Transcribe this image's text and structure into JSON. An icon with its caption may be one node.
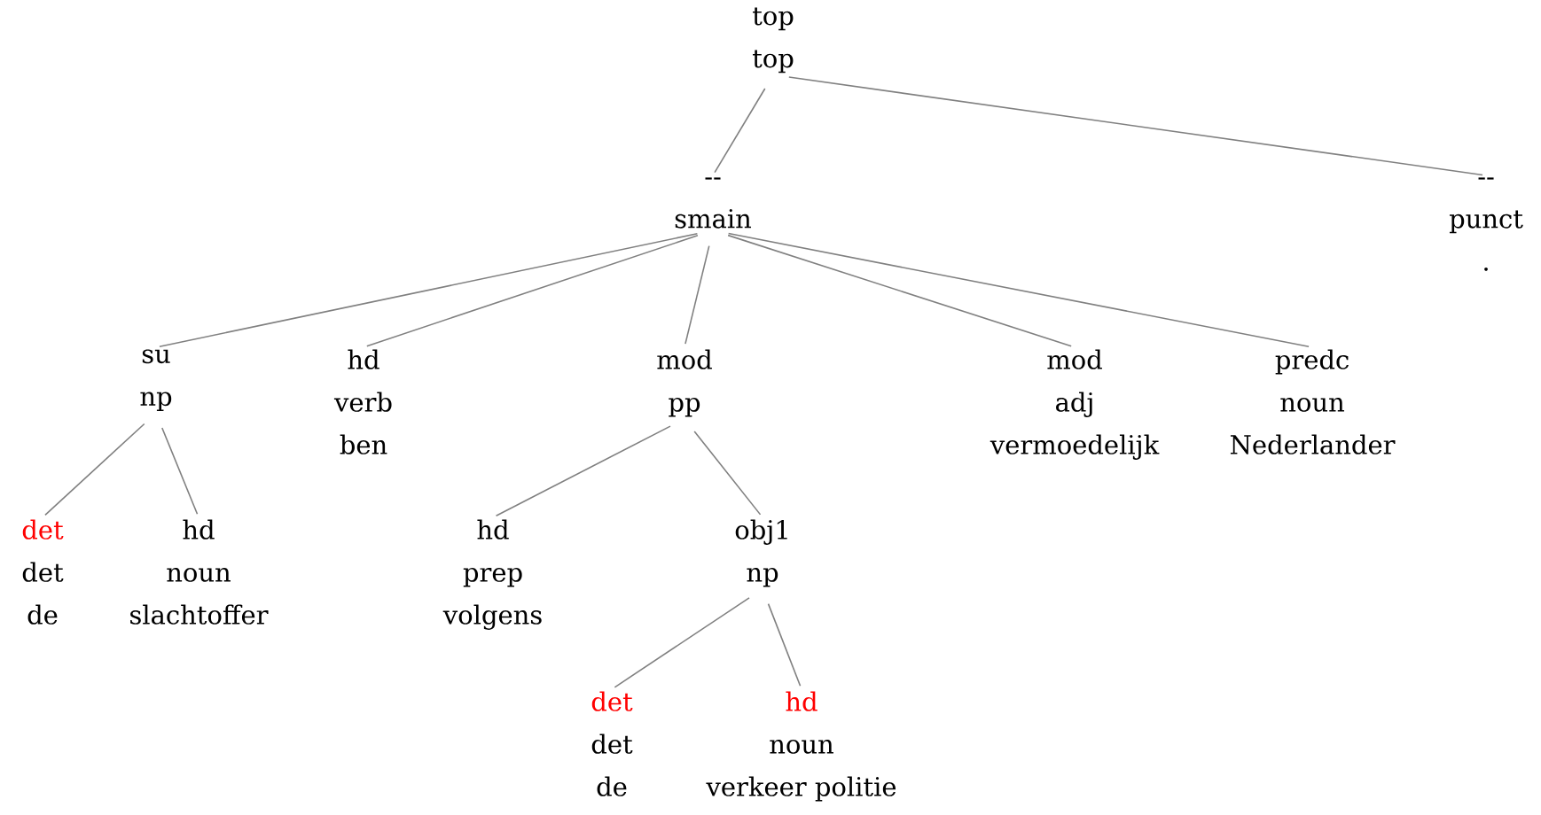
{
  "diagram": {
    "nodes": [
      {
        "text": [
          "top",
          "top"
        ]
      },
      {
        "text": [
          "--",
          "smain"
        ]
      },
      {
        "text": [
          "--",
          "punct",
          "."
        ]
      },
      {
        "text": [
          "su",
          "np"
        ]
      },
      {
        "text": [
          "hd",
          "verb",
          "ben"
        ]
      },
      {
        "text": [
          "mod",
          "pp"
        ]
      },
      {
        "text": [
          "mod",
          "adj",
          "vermoedelijk"
        ]
      },
      {
        "text": [
          "predc",
          "noun",
          "Nederlander"
        ]
      },
      {
        "text": [
          "det",
          "det",
          "de"
        ]
      },
      {
        "text": [
          "hd",
          "noun",
          "slachtoffer"
        ]
      },
      {
        "text": [
          "hd",
          "prep",
          "volgens"
        ]
      },
      {
        "text": [
          "obj1",
          "np"
        ]
      },
      {
        "text": [
          "det",
          "det",
          "de"
        ]
      },
      {
        "text": [
          "hd",
          "noun",
          "verkeer politie"
        ]
      }
    ],
    "edges": [
      {
        "from": 0,
        "to": 1,
        "arrow": "none"
      },
      {
        "from": 0,
        "to": 2,
        "arrow": "none"
      },
      {
        "from": 1,
        "to": 3,
        "arrow": "none"
      },
      {
        "from": 1,
        "to": 4,
        "arrow": "none"
      },
      {
        "from": 1,
        "to": 5,
        "arrow": "none"
      },
      {
        "from": 1,
        "to": 6,
        "arrow": "none"
      },
      {
        "from": 1,
        "to": 7,
        "arrow": "none"
      },
      {
        "from": 3,
        "to": 8,
        "arrow": "none"
      },
      {
        "from": 3,
        "to": 9,
        "arrow": "none"
      },
      {
        "from": 5,
        "to": 10,
        "arrow": "none"
      },
      {
        "from": 5,
        "to": 11,
        "arrow": "none"
      },
      {
        "from": 11,
        "to": 12,
        "arrow": "none"
      },
      {
        "from": 11,
        "to": 13,
        "arrow": "none"
      }
    ]
  }
}
